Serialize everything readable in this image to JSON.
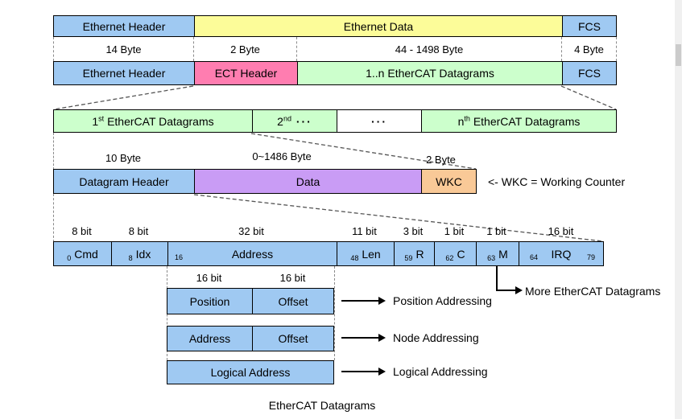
{
  "colors": {
    "blue": "#9FC9F2",
    "yellow": "#FCFC99",
    "pink": "#FF7DB0",
    "green": "#CCFFCC",
    "purple": "#C99CF5",
    "orange": "#F9C997"
  },
  "ethernet": {
    "row1": [
      "Ethernet Header",
      "Ethernet Data",
      "FCS"
    ],
    "sizes": [
      "14 Byte",
      "2 Byte",
      "44 - 1498 Byte",
      "4 Byte"
    ],
    "row2": [
      "Ethernet Header",
      "ECT Header",
      "1..n EtherCAT Datagrams",
      "FCS"
    ]
  },
  "datagrams_row": {
    "first": {
      "base": "1",
      "sup": "st",
      "suffix": " EtherCAT Datagrams"
    },
    "second": {
      "base": "2",
      "sup": "nd",
      "suffix": " ···"
    },
    "gap": "···",
    "nth": {
      "base": "n",
      "sup": "th",
      "suffix": " EtherCAT Datagrams"
    }
  },
  "datagram": {
    "sizes": [
      "10 Byte",
      "0~1486 Byte",
      "2 Byte"
    ],
    "cells": [
      "Datagram Header",
      "Data",
      "WKC"
    ],
    "note": "<- WKC = Working Counter"
  },
  "bits": {
    "labels": [
      "8 bit",
      "8 bit",
      "32 bit",
      "11 bit",
      "3 bit",
      "1 bit",
      "1 bit",
      "16 bit"
    ],
    "fields": [
      {
        "start": "0",
        "name": "Cmd"
      },
      {
        "start": "8",
        "name": "Idx"
      },
      {
        "start": "16",
        "name": "Address"
      },
      {
        "start": "48",
        "name": "Len"
      },
      {
        "start": "59",
        "name": "R"
      },
      {
        "start": "62",
        "name": "C"
      },
      {
        "start": "63",
        "name": "M"
      },
      {
        "start": "64",
        "name": "IRQ",
        "end": "79"
      }
    ],
    "more": "More EtherCAT Datagrams"
  },
  "addressing": {
    "bit_labels": [
      "16 bit",
      "16 bit"
    ],
    "row1": {
      "cells": [
        "Position",
        "Offset"
      ],
      "label": "Position Addressing"
    },
    "row2": {
      "cells": [
        "Address",
        "Offset"
      ],
      "label": "Node Addressing"
    },
    "row3": {
      "cells": [
        "Logical Address"
      ],
      "label": "Logical Addressing"
    }
  },
  "caption": "EtherCAT Datagrams"
}
